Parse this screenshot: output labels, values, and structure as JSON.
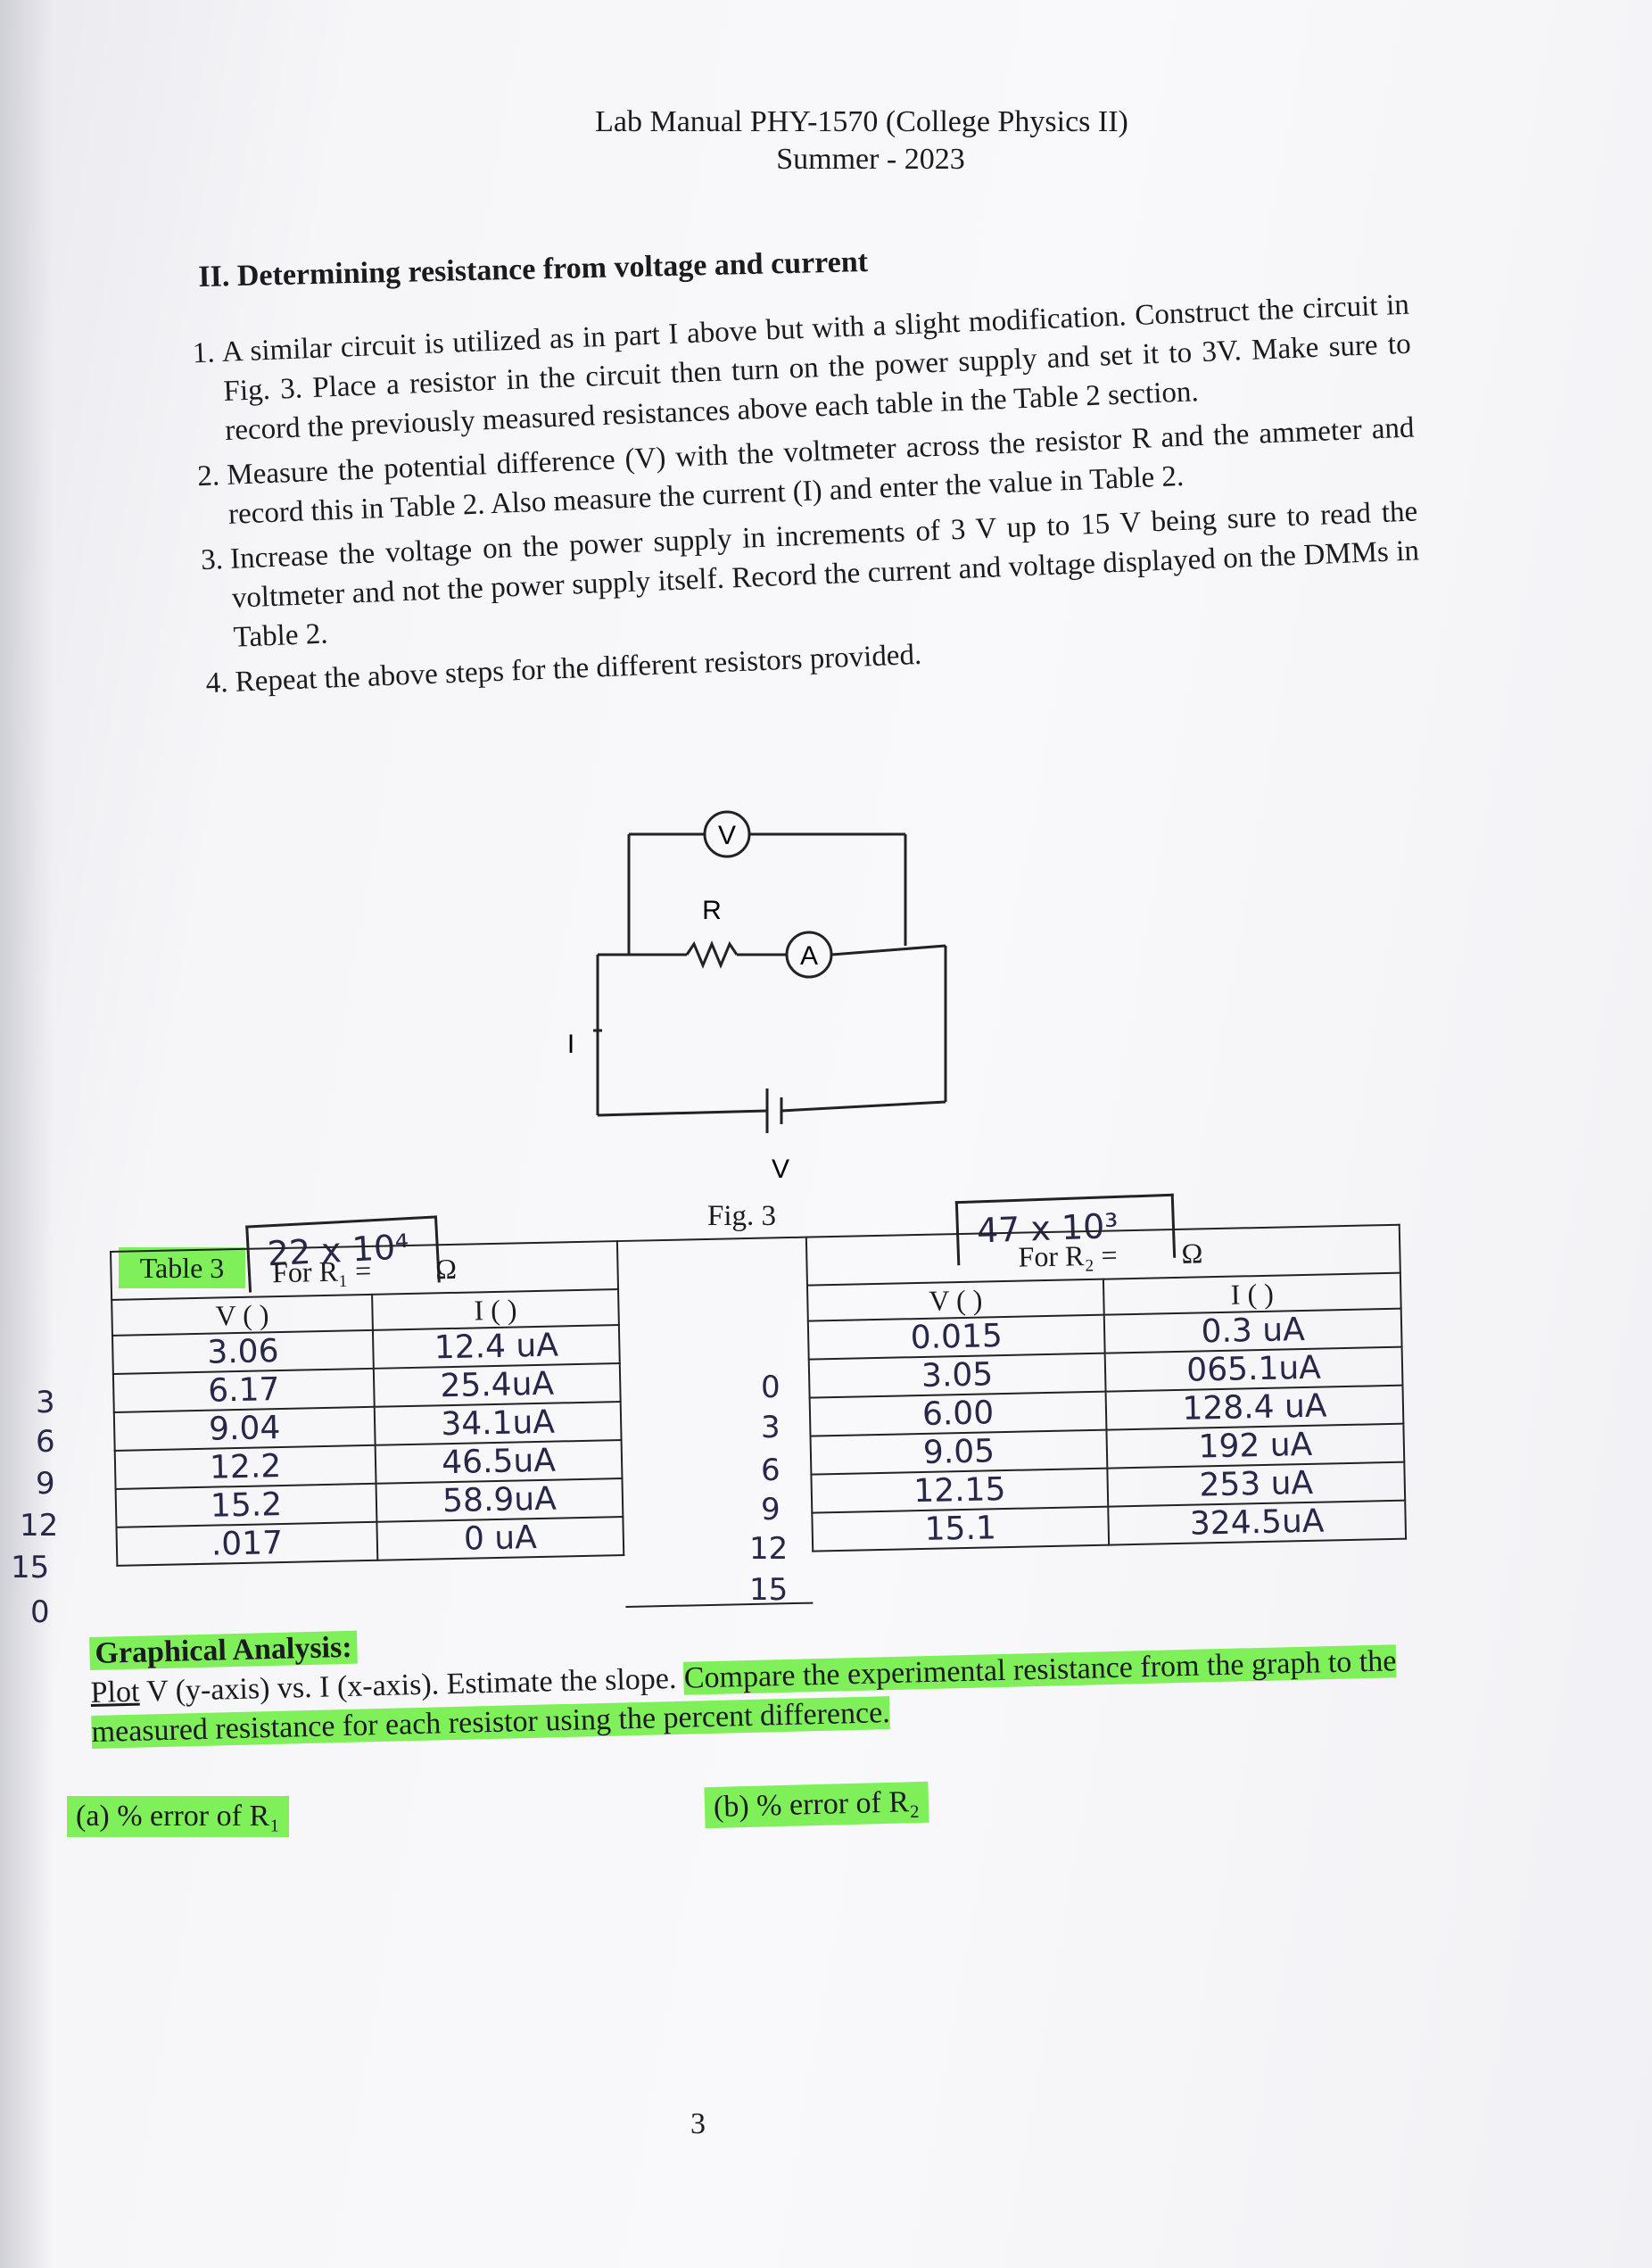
{
  "header": {
    "line1": "Lab Manual PHY-1570 (College Physics II)",
    "line2": "Summer - 2023"
  },
  "section": {
    "title": "II. Determining resistance from voltage and current",
    "steps": [
      "A similar circuit is utilized as in part I above but with a slight modification. Construct the circuit in Fig. 3. Place a resistor in the circuit then turn on the power supply and set it to 3V. Make sure to record the previously measured resistances above each table in the Table 2 section.",
      "Measure the potential difference (V) with the voltmeter across the resistor R and the ammeter and record this in Table 2. Also measure the current (I) and enter the value in Table 2.",
      "Increase the voltage on the power supply in increments of 3 V up to 15 V being sure to read the voltmeter and not the power supply itself. Record the current and voltage displayed on the DMMs in Table 2.",
      "Repeat the above steps for the different resistors provided."
    ]
  },
  "figure": {
    "voltmeter_label": "V",
    "resistor_label": "R",
    "ammeter_label": "A",
    "current_label": "I",
    "source_label": "V",
    "caption": "Fig. 3"
  },
  "table": {
    "label": "Table 3",
    "r1_handwritten": "22 x 10⁴",
    "r2_handwritten": "47 x 10³",
    "r1_header": "For R₁ =",
    "r2_header": "For R₂ =",
    "ohm": "Ω",
    "v_col": "V ( )",
    "i_col": "I ( )",
    "r1_rows": [
      {
        "v": "3.06",
        "i": "12.4 uA"
      },
      {
        "v": "6.17",
        "i": "25.4uA"
      },
      {
        "v": "9.04",
        "i": "34.1uA"
      },
      {
        "v": "12.2",
        "i": "46.5uA"
      },
      {
        "v": "15.2",
        "i": "58.9uA"
      },
      {
        "v": ".017",
        "i": "0 uA"
      }
    ],
    "r2_rows": [
      {
        "v": "0.015",
        "i": "0.3 uA"
      },
      {
        "v": "3.05",
        "i": "065.1uA"
      },
      {
        "v": "6.00",
        "i": "128.4 uA"
      },
      {
        "v": "9.05",
        "i": "192 uA"
      },
      {
        "v": "12.15",
        "i": "253 uA"
      },
      {
        "v": "15.1",
        "i": "324.5uA"
      }
    ],
    "left_margin_notes": [
      "3",
      "6",
      "9",
      "12",
      "15",
      "0"
    ],
    "mid_margin_notes": [
      "0",
      "3",
      "6",
      "9",
      "12",
      "15"
    ]
  },
  "analysis": {
    "title": "Graphical Analysis:",
    "text_plot": "Plot",
    "text_rest": "V (y-axis) vs. I (x-axis). Estimate the slope.",
    "text_compare": "Compare the experimental resistance from the graph to the measured resistance for each resistor using the percent difference.",
    "error_a": "(a) % error of R₁",
    "error_b": "(b) % error of R₂"
  },
  "page_number": "3",
  "colors": {
    "highlight": "#7ff05a",
    "ink": "#27274a"
  }
}
